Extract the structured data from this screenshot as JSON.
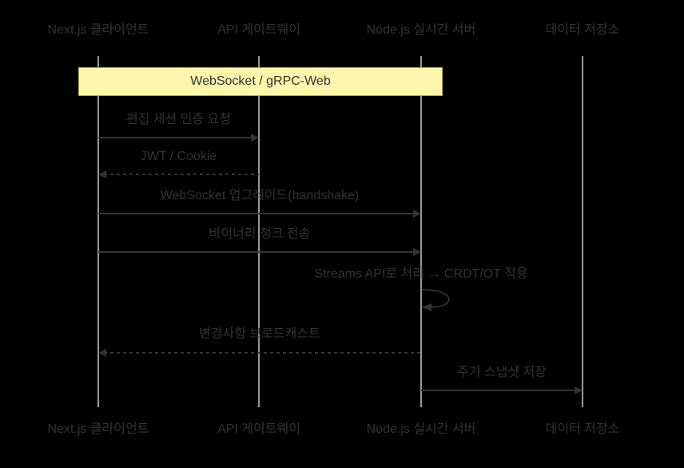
{
  "diagram": {
    "type": "sequence-diagram",
    "background_color": "#000000",
    "text_color": "#333333",
    "lifeline_color": "#999999",
    "message_line_color": "#333333",
    "participants": [
      {
        "name": "Next.js 클라이언트"
      },
      {
        "name": "API 게이트웨이"
      },
      {
        "name": "Node.js 실시간 서버"
      },
      {
        "name": "데이터 저장소"
      }
    ],
    "note": {
      "text": "WebSocket / gRPC-Web",
      "fill_color": "#fff5ad",
      "border_color": "#aaaa33",
      "spans": [
        "Next.js 클라이언트",
        "Node.js 실시간 서버"
      ]
    },
    "messages": [
      {
        "label": "편집 세션 인증 요청",
        "from": "Next.js 클라이언트",
        "to": "API 게이트웨이",
        "line": "solid"
      },
      {
        "label": "JWT / Cookie",
        "from": "API 게이트웨이",
        "to": "Next.js 클라이언트",
        "line": "dashed"
      },
      {
        "label": "WebSocket 업그레이드(handshake)",
        "from": "Next.js 클라이언트",
        "to": "Node.js 실시간 서버",
        "line": "solid"
      },
      {
        "label": "바이너리 청크 전송",
        "from": "Next.js 클라이언트",
        "to": "Node.js 실시간 서버",
        "line": "solid"
      },
      {
        "label": "Streams API로 처리 → CRDT/OT 적용",
        "from": "Node.js 실시간 서버",
        "to": "Node.js 실시간 서버",
        "line": "self-loop"
      },
      {
        "label": "변경사항 브로드캐스트",
        "from": "Node.js 실시간 서버",
        "to": "Next.js 클라이언트",
        "line": "dashed"
      },
      {
        "label": "주기 스냅샷 저장",
        "from": "Node.js 실시간 서버",
        "to": "데이터 저장소",
        "line": "solid"
      }
    ]
  }
}
